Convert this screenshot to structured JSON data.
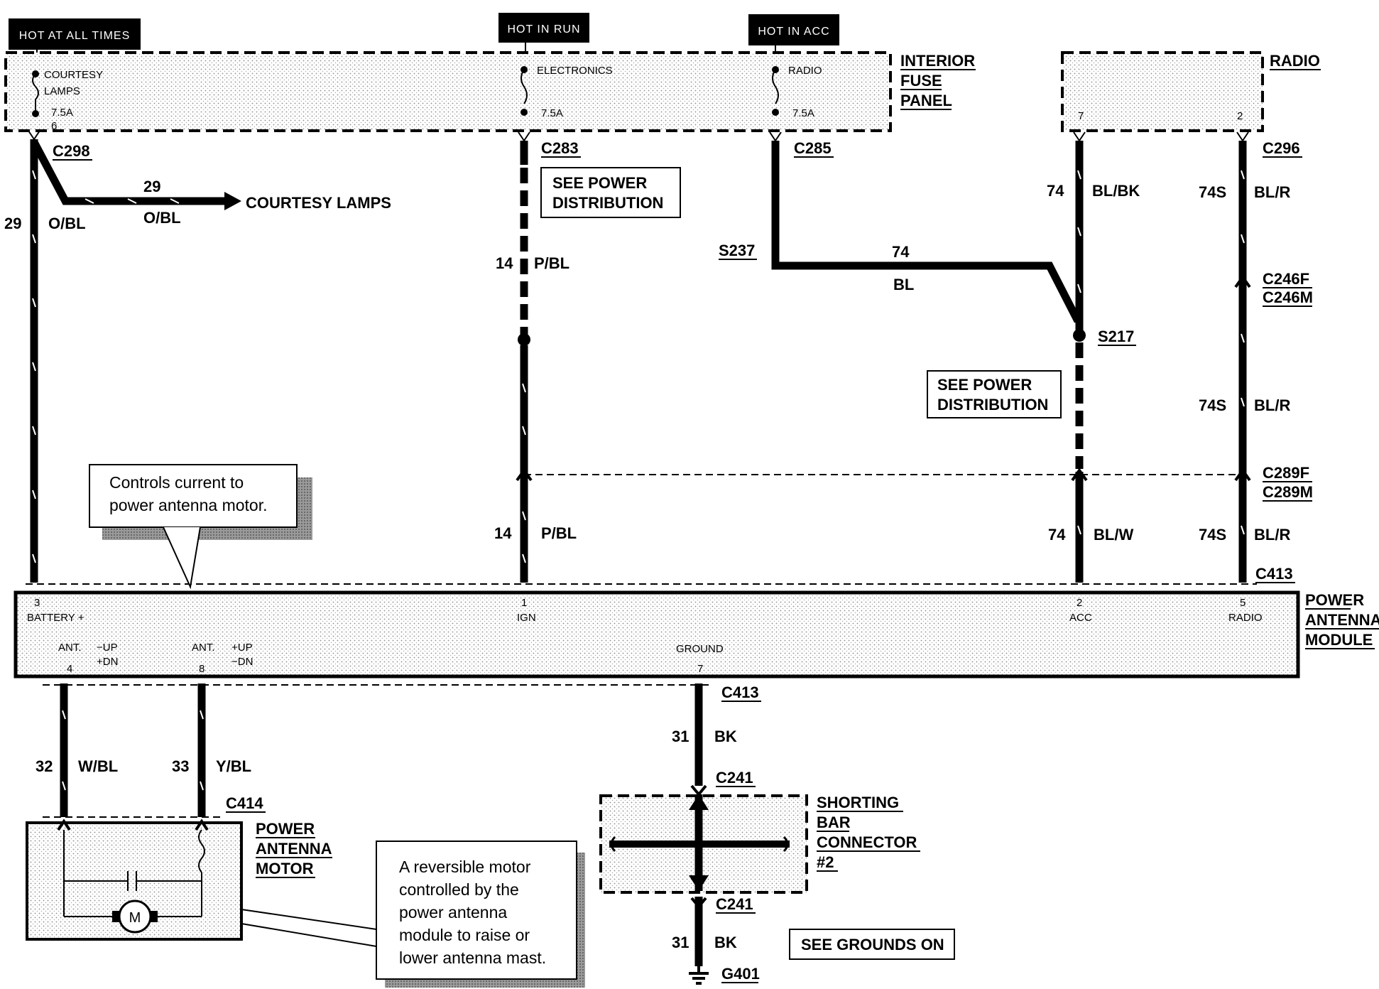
{
  "hot_labels": {
    "always": "HOT AT ALL TIMES",
    "run": "HOT IN RUN",
    "acc": "HOT IN ACC"
  },
  "fuse_panel": {
    "title_line1": "INTERIOR",
    "title_line2": "FUSE",
    "title_line3": "PANEL",
    "fuse1_name1": "COURTESY",
    "fuse1_name2": "LAMPS",
    "fuse1_rating": "7.5A",
    "fuse1_num": "6",
    "fuse2_name": "ELECTRONICS",
    "fuse2_rating": "7.5A",
    "fuse3_name": "RADIO",
    "fuse3_rating": "7.5A"
  },
  "radio": {
    "title": "RADIO",
    "pin_a": "7",
    "pin_b": "2"
  },
  "connectors": {
    "c298": "C298",
    "c283": "C283",
    "c285": "C285",
    "c296": "C296",
    "c246f": "C246F",
    "c246m": "C246M",
    "c289f": "C289F",
    "c289m": "C289M",
    "c413_top": "C413",
    "c413_bottom": "C413",
    "c414": "C414",
    "c241_top": "C241",
    "c241_bottom": "C241"
  },
  "splices": {
    "s237": "S237",
    "s217": "S217"
  },
  "ground": {
    "g401": "G401"
  },
  "wires": {
    "w29_circuit": "29",
    "w29_color": "O/BL",
    "w29b_circuit": "29",
    "w29b_color": "O/BL",
    "courtesy_lamps": "COURTESY LAMPS",
    "w14a_circuit": "14",
    "w14a_color": "P/BL",
    "w14b_circuit": "14",
    "w14b_color": "P/BL",
    "w74a_circuit": "74",
    "w74a_color": "BL",
    "w74b_circuit": "74",
    "w74b_color": "BL/BK",
    "w74c_circuit": "74",
    "w74c_color": "BL/W",
    "w74s1_circuit": "74S",
    "w74s1_color": "BL/R",
    "w74s2_circuit": "74S",
    "w74s2_color": "BL/R",
    "w74s3_circuit": "74S",
    "w74s3_color": "BL/R",
    "w31a_circuit": "31",
    "w31a_color": "BK",
    "w31b_circuit": "31",
    "w31b_color": "BK",
    "w32_circuit": "32",
    "w32_color": "W/BL",
    "w33_circuit": "33",
    "w33_color": "Y/BL"
  },
  "see_boxes": {
    "power1_line1": "SEE POWER",
    "power1_line2": "DISTRIBUTION",
    "power2_line1": "SEE POWER",
    "power2_line2": "DISTRIBUTION",
    "grounds": "SEE GROUNDS ON"
  },
  "module": {
    "title_line1": "POWER",
    "title_line2": "ANTENNA",
    "title_line3": "MODULE",
    "pin3_num": "3",
    "pin3_name": "BATTERY +",
    "pin1_num": "1",
    "pin1_name": "IGN",
    "pin2_num": "2",
    "pin2_name": "ACC",
    "pin5_num": "5",
    "pin5_name": "RADIO",
    "pin4_label": "ANT.",
    "pin4_up": "−UP",
    "pin4_dn": "+DN",
    "pin4_num": "4",
    "pin8_label": "ANT.",
    "pin8_up": "+UP",
    "pin8_dn": "−DN",
    "pin8_num": "8",
    "ground_label": "GROUND",
    "ground_num": "7"
  },
  "motor": {
    "title_line1": "POWER",
    "title_line2": "ANTENNA",
    "title_line3": "MOTOR",
    "symbol": "M"
  },
  "shorting_bar": {
    "line1": "SHORTING",
    "line2": "BAR",
    "line3": "CONNECTOR",
    "line4": "#2"
  },
  "callouts": {
    "module_line1": "Controls current to",
    "module_line2": "power antenna  motor.",
    "motor_line1": "A reversible motor",
    "motor_line2": "controlled by the",
    "motor_line3": "power antenna",
    "motor_line4": "module to raise or",
    "motor_line5": "lower antenna mast."
  }
}
